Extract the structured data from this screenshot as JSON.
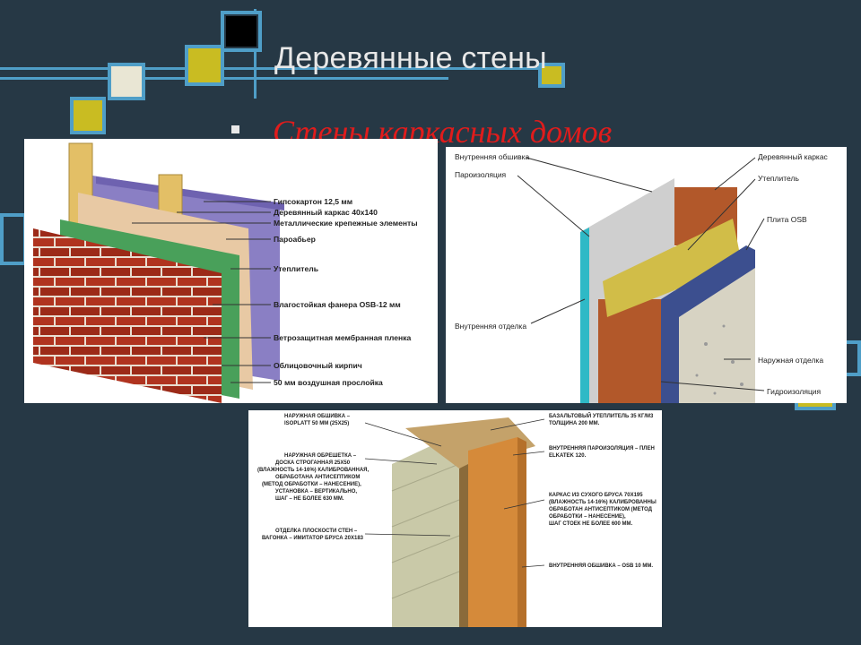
{
  "slide": {
    "title": "Деревянные стены",
    "subtitle": "Стены каркасных домов"
  },
  "colors": {
    "background": "#263845",
    "accent_blue": "#4f9ec7",
    "accent_yellow": "#c9bc22",
    "subtitle_red": "#e01c1c"
  },
  "diagram_left": {
    "labels": [
      "Гипсокартон 12,5 мм",
      "Деревянный каркас 40х140",
      "Металлические крепежные элементы",
      "Пароабьер",
      "Утеплитель",
      "Влагостойкая фанера OSB-12 мм",
      "Ветрозащитная мембранная пленка",
      "Облицовочный кирпич",
      "50 мм воздушная прослойка"
    ]
  },
  "diagram_right": {
    "labels_left": [
      "Внутренняя обшивка",
      "Пароизоляция",
      "Внутренняя отделка"
    ],
    "labels_right": [
      "Деревянный каркас",
      "Утеплитель",
      "Плита OSB",
      "Наружная отделка",
      "Гидроизоляция"
    ]
  },
  "diagram_bottom": {
    "labels_left": [
      "НАРУЖНАЯ ОБШИВКА –",
      "ISOPLATT 50 ММ (25Х25)",
      "НАРУЖНАЯ ОБРЕШЕТКА –",
      "ДОСКА СТРОГАННАЯ 25Х50",
      "(ВЛАЖНОСТЬ 14-16%) КАЛИБРОВАННАЯ,",
      "ОБРАБОТАНА АНТИСЕПТИКОМ",
      "(МЕТОД ОБРАБОТКИ – НАНЕСЕНИЕ),",
      "УСТАНОВКА – ВЕРТИКАЛЬНО,",
      "ШАГ – НЕ БОЛЕЕ 630 ММ.",
      "ОТДЕЛКА ПЛОСКОСТИ СТЕН –",
      "ВАГОНКА – ИМИТАТОР БРУСА 20Х183"
    ],
    "labels_right": [
      "БАЗАЛЬТОВЫЙ УТЕПЛИТЕЛЬ 35 КГ/М3",
      "ТОЛЩИНА 200 ММ.",
      "ВНУТРЕННЯЯ ПАРОИЗОЛЯЦИЯ – ПЛЕН",
      "ELKATEK 120.",
      "КАРКАС ИЗ СУХОГО БРУСА 70Х195",
      "(ВЛАЖНОСТЬ 14-16%) КАЛИБРОВАННЫ",
      "ОБРАБОТАН АНТИСЕПТИКОМ (МЕТОД",
      "ОБРАБОТКИ – НАНЕСЕНИЕ),",
      "ШАГ СТОЕК НЕ БОЛЕЕ 600 ММ.",
      "ВНУТРЕННЯЯ ОБШИВКА – OSB 10 ММ."
    ]
  }
}
